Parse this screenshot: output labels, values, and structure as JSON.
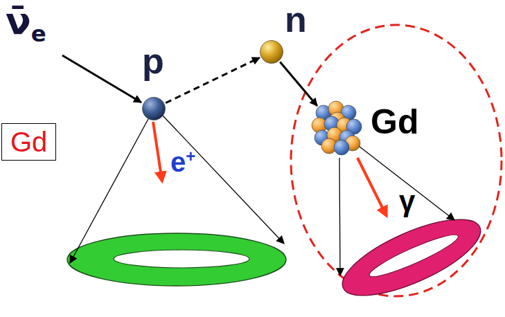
{
  "diagram": {
    "nodes": [
      {
        "text": [
          "p"
        ]
      },
      {
        "text": [
          "n"
        ]
      },
      {
        "text": [
          "Gd"
        ]
      },
      {
        "text": [
          "Gd"
        ]
      }
    ],
    "edges": [
      {
        "from": 0,
        "to": 1,
        "arrow": "to"
      },
      {
        "from": 1,
        "to": 2,
        "arrow": "to"
      }
    ],
    "labels": [
      "ν̄e",
      "e+",
      "γ"
    ]
  }
}
